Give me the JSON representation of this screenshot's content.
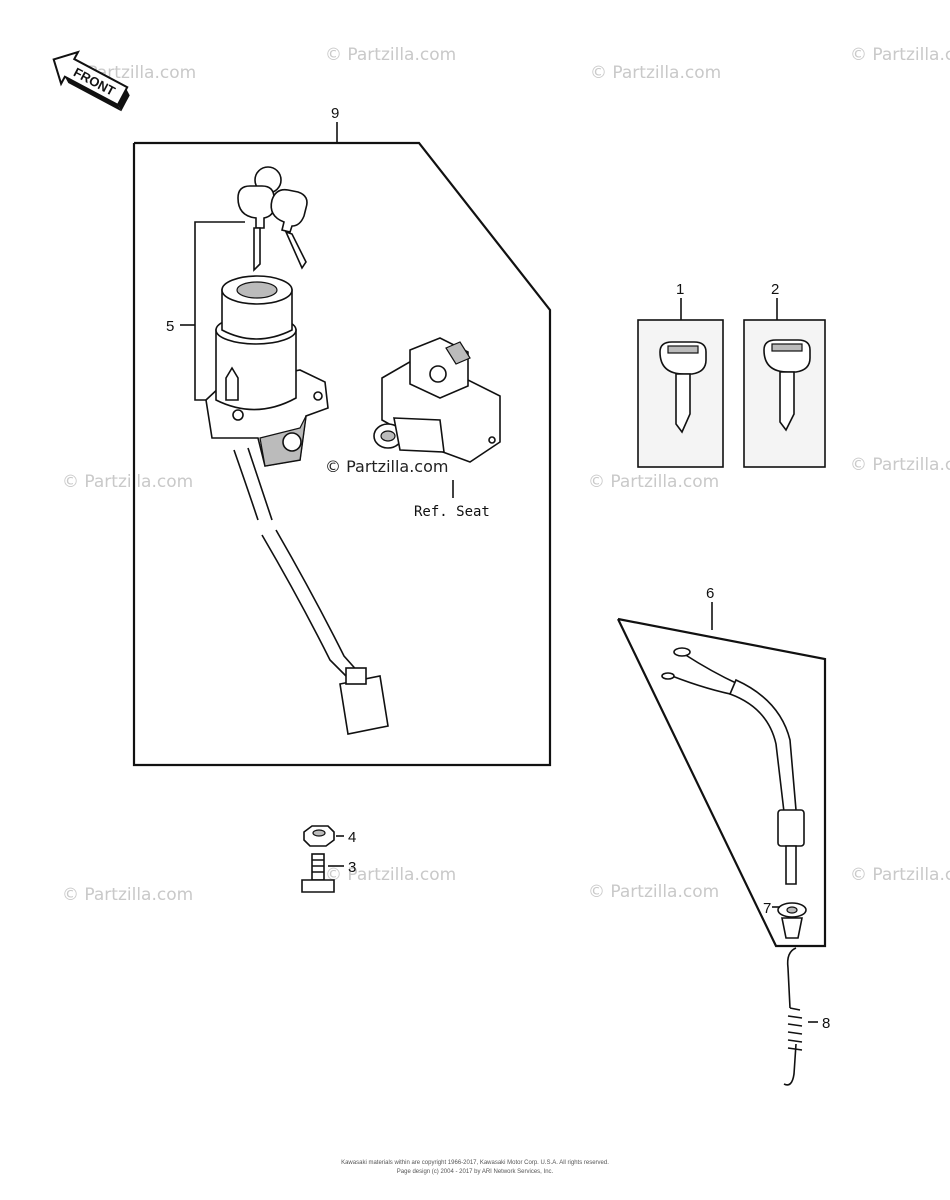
{
  "watermark": "© Partzilla.com",
  "front_label": "FRONT",
  "callouts": {
    "c1": "1",
    "c2": "2",
    "c3": "3",
    "c4": "4",
    "c5": "5",
    "c6": "6",
    "c7": "7",
    "c8": "8",
    "c9": "9"
  },
  "reference_label": "Ref. Seat",
  "footer": {
    "line1": "Kawasaki materials within are copyright 1966-2017, Kawasaki Motor Corp. U.S.A.  All rights reserved.",
    "line2": "Page design (c) 2004 - 2017 by ARI Network Services, Inc."
  },
  "colors": {
    "ink": "#111111",
    "watermark": "#c9c9c9",
    "background": "#ffffff"
  }
}
